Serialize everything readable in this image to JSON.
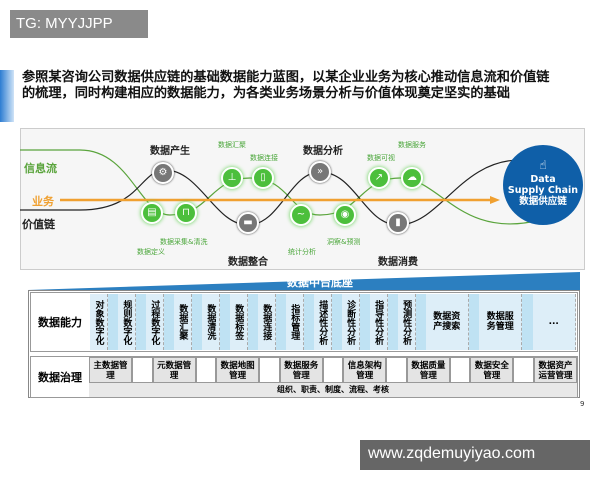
{
  "watermark_top": "TG: MYYJJPP",
  "watermark_bottom": "www.zqdemuyiyao.com",
  "title": "参照某咨询公司数据供应链的基础数据能力蓝图，以某企业业务为核心推动信息流和价值链的梳理，同时构建相应的数据能力，为各类业务场景分析与价值体现奠定坚实的基础",
  "flow": {
    "lines": {
      "info": "信息流",
      "business": "业务",
      "value": "价值链"
    },
    "stages": [
      "数据产生",
      "数据整合",
      "数据分析",
      "数据消费"
    ],
    "steps": [
      "数据定义",
      "数据采集&清洗",
      "数据汇聚",
      "数据连接",
      "统计分析",
      "洞察&预测",
      "数据可视",
      "数据服务"
    ],
    "target": {
      "en1": "Data",
      "en2": "Supply Chain",
      "zh": "数据供应链"
    },
    "colors": {
      "info": "#5aa43c",
      "business": "#f0a030",
      "value": "#222222",
      "target": "#0f5fa8"
    }
  },
  "platform": {
    "title": "数据中台底座",
    "capability_label": "数据能力",
    "capabilities": [
      "对象数字化",
      "规则数字化",
      "过程数字化",
      "数据汇聚",
      "数据清洗",
      "数据标签",
      "数据连接",
      "指标管理",
      "描述性分析",
      "诊断性分析",
      "指导性分析",
      "预测性分析",
      "数据资产搜索",
      "数据服务管理",
      "..."
    ],
    "governance_label": "数据治理",
    "governance": [
      "主数据管理",
      "元数据管理",
      "数据地图管理",
      "数据服务管理",
      "信息架构管理",
      "数据质量管理",
      "数据安全管理",
      "数据资产运营管理"
    ],
    "governance_base": "组织、职责、制度、流程、考核"
  },
  "page_number": "9"
}
